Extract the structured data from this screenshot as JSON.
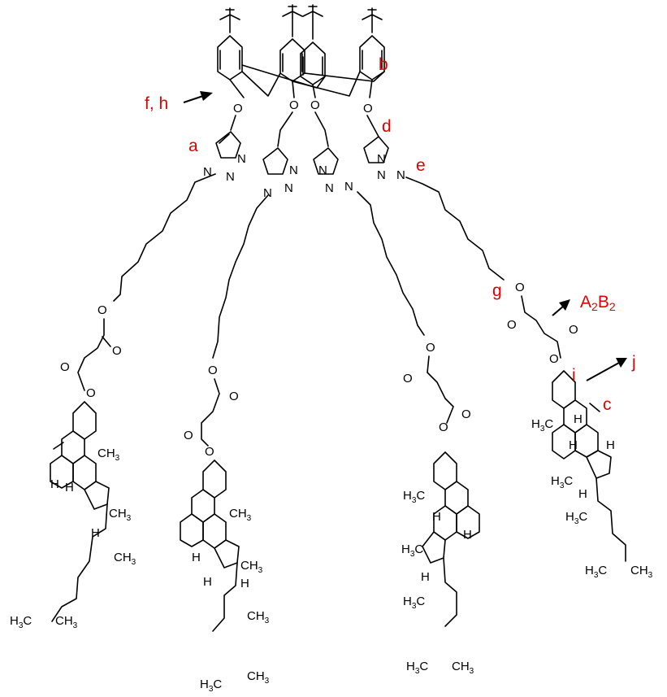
{
  "molecule": {
    "atom_labels": {
      "oxygen": "O",
      "nitrogen": "N",
      "hydrogen": "H",
      "methyl": "CH",
      "methyl_left": "H",
      "methyl_c": "C",
      "sub3": "3"
    }
  },
  "annotations": {
    "fh": "f, h",
    "a": "a",
    "b": "b",
    "c": "c",
    "d": "d",
    "e": "e",
    "g": "g",
    "i": "i",
    "j": "j",
    "a2b2_A": "A",
    "a2b2_B": "B",
    "a2b2_sub": "2"
  },
  "colors": {
    "annotation": "#e00000",
    "structure": "#000000"
  }
}
